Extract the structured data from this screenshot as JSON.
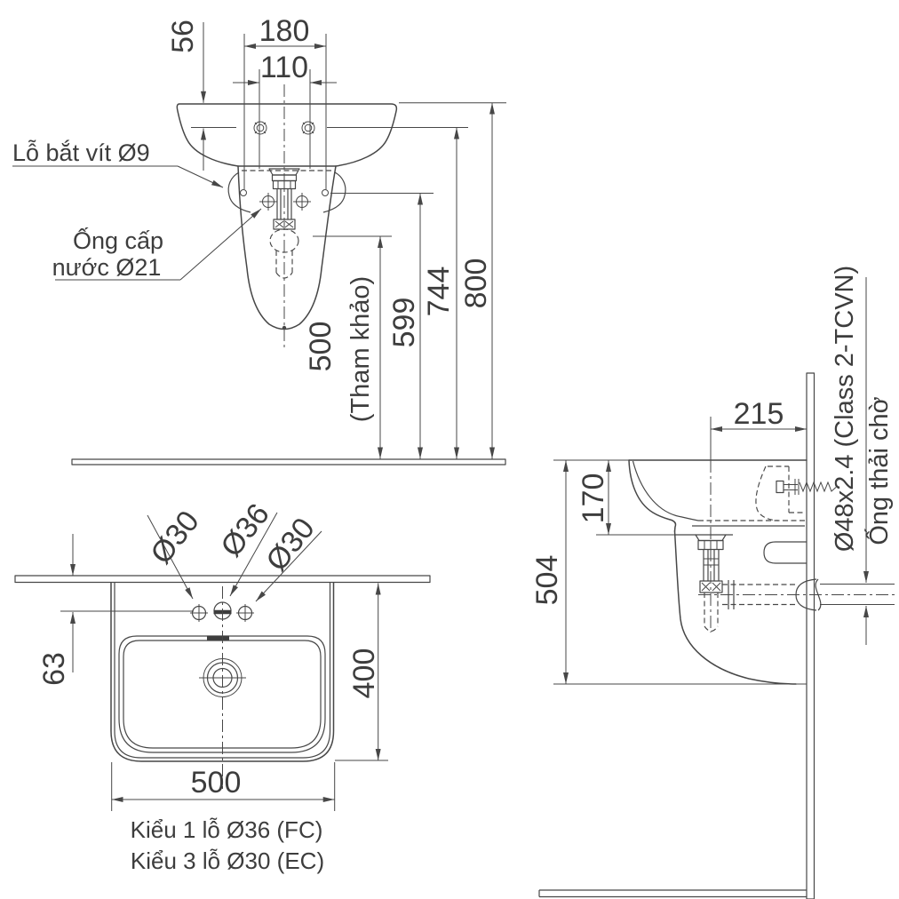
{
  "colors": {
    "ink": "#474747",
    "text": "#3d3d3d",
    "background": "#ffffff"
  },
  "front_view": {
    "dim_56": "56",
    "dim_180": "180",
    "dim_110": "110",
    "dim_500": "500",
    "dim_500_note": "(Tham khảo)",
    "dim_599": "599",
    "dim_744": "744",
    "dim_800": "800",
    "screw_hole_label": "Lỗ bắt vít Ø9",
    "supply_pipe_label_line1": "Ống cấp",
    "supply_pipe_label_line2": "nước Ø21"
  },
  "plan_view": {
    "dim_63": "63",
    "dim_400": "400",
    "dim_500": "500",
    "hole_left_label": "Ø30",
    "hole_center_label": "Ø36",
    "hole_right_label": "Ø30",
    "caption_line1": "Kiểu 1 lỗ Ø36 (FC)",
    "caption_line2": "Kiểu 3 lỗ Ø30 (EC)"
  },
  "side_view": {
    "dim_215": "215",
    "dim_170": "170",
    "dim_504": "504",
    "waste_pipe_spec_label": "Ø48x2.4 (Class 2-TCVN)",
    "waste_pipe_label": "Ống thải chờ"
  }
}
